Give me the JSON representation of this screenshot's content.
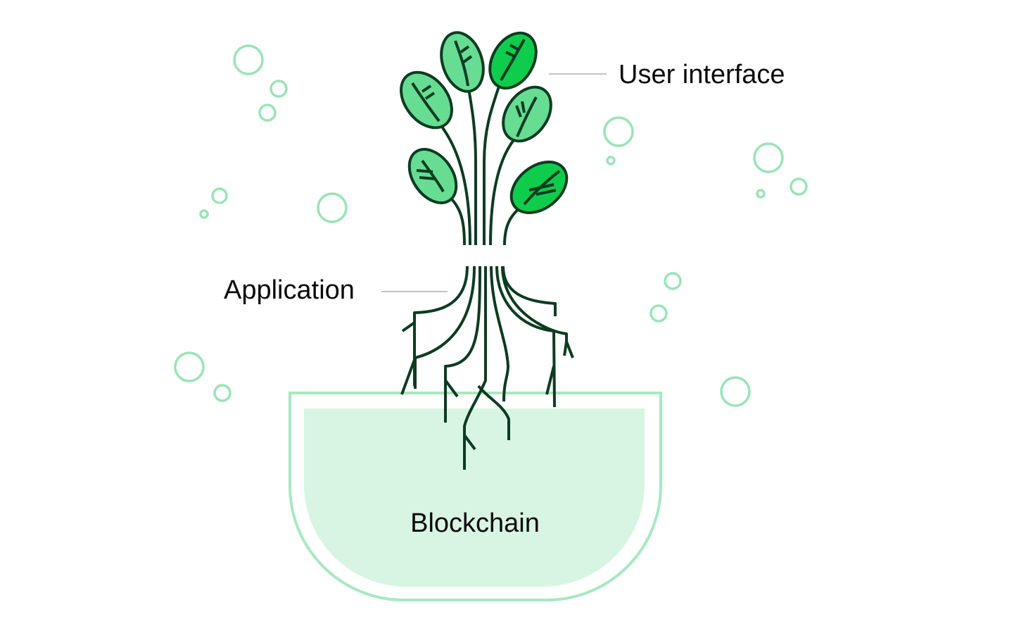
{
  "diagram": {
    "labels": {
      "user_interface": "User interface",
      "application": "Application",
      "blockchain": "Blockchain"
    },
    "colors": {
      "stroke_dark": "#0d3b22",
      "leaf_light": "#66dd92",
      "leaf_bright": "#10cc4c",
      "bubble": "#9be3b8",
      "bowl_outline": "#a8e8c2",
      "bowl_fill": "#d8f5e3",
      "leader_line": "#c4c4c4",
      "text": "#0a0a0a"
    },
    "icons": [
      "plant-icon",
      "roots-icon",
      "bowl-icon",
      "bubble-icon"
    ]
  }
}
